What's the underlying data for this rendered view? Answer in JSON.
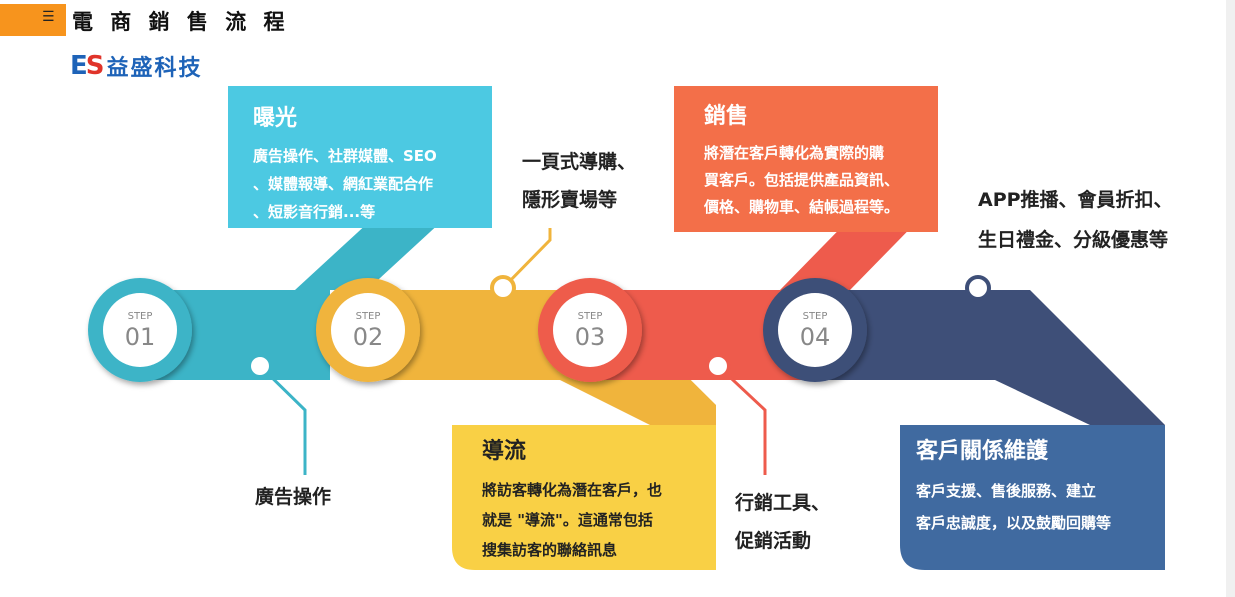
{
  "header": {
    "title": "電 商 銷 售 流 程",
    "menu_icon": "menu-icon"
  },
  "logo": {
    "mark": "ES",
    "text": "益盛科技"
  },
  "steps": [
    {
      "label": "STEP",
      "number": "01",
      "color": "#3cb4c7"
    },
    {
      "label": "STEP",
      "number": "02",
      "color": "#f0b43c"
    },
    {
      "label": "STEP",
      "number": "03",
      "color": "#ee5b4c"
    },
    {
      "label": "STEP",
      "number": "04",
      "color": "#3e4f78"
    }
  ],
  "boxes": {
    "exposure": {
      "title": "曝光",
      "lines": [
        "廣告操作、社群媒體、SEO",
        "、媒體報導、網紅業配合作",
        "、短影音行銷...等"
      ],
      "color": "#4cc9e2"
    },
    "traffic": {
      "title": "導流",
      "lines": [
        "將訪客轉化為潛在客戶，也",
        "就是 \"導流\"。這通常包括",
        "搜集訪客的聯絡訊息"
      ],
      "color": "#f9d045"
    },
    "sales": {
      "title": "銷售",
      "lines": [
        "將潛在客戶轉化為實際的購",
        "買客戶。包括提供產品資訊、",
        "價格、購物車、結帳過程等。"
      ],
      "color": "#f36f49"
    },
    "crm": {
      "title": "客戶關係維護",
      "lines": [
        "客戶支援、售後服務、建立",
        "客戶忠誠度，以及鼓勵回購等"
      ],
      "color": "#406aa0"
    }
  },
  "callouts": {
    "ad_ops": "廣告操作",
    "one_page": [
      "一頁式導購、",
      "隱形賣場等"
    ],
    "marketing_tools": [
      "行銷工具、",
      "促銷活動"
    ],
    "app_push": [
      "APP推播、會員折扣、",
      "生日禮金、分級優惠等"
    ]
  }
}
